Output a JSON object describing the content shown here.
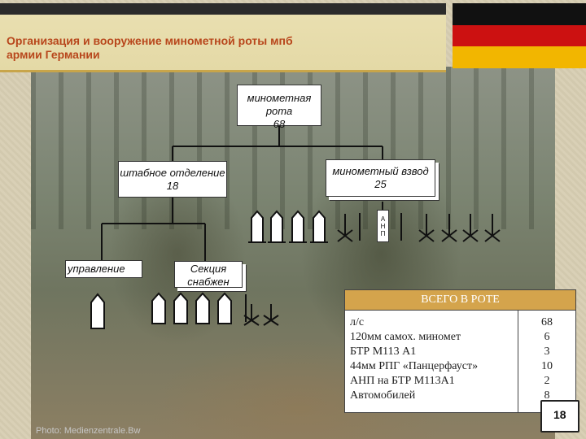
{
  "title": {
    "line1": "Организация и вооружение минометной роты мпб",
    "line2": "армии Германии"
  },
  "flag": {
    "colors": [
      "#111111",
      "#cc1111",
      "#f2b600"
    ]
  },
  "org": {
    "company": {
      "label": "минометная рота",
      "count": "68"
    },
    "hq": {
      "label": "штабное отделение",
      "count": "18"
    },
    "platoon": {
      "label": "минометный взвод",
      "count": "25"
    },
    "anp_letters": [
      "А",
      "Н",
      "П"
    ],
    "control": {
      "label": "управление"
    },
    "supply": {
      "label": "Секция снабжен"
    }
  },
  "summary": {
    "heading": "ВСЕГО В РОТЕ",
    "rows": [
      {
        "name": "л/с",
        "value": "68"
      },
      {
        "name": "120мм самох. миномет",
        "value": "6"
      },
      {
        "name": "БТР М113 А1",
        "value": "3"
      },
      {
        "name": "44мм РПГ «Панцерфауст»",
        "value": "10"
      },
      {
        "name": "АНП на БТР М113А1",
        "value": "2"
      },
      {
        "name": "Автомобилей",
        "value": "8"
      }
    ]
  },
  "page_number": "18",
  "photo_credit": "Photo: Medienzentrale.Bw"
}
